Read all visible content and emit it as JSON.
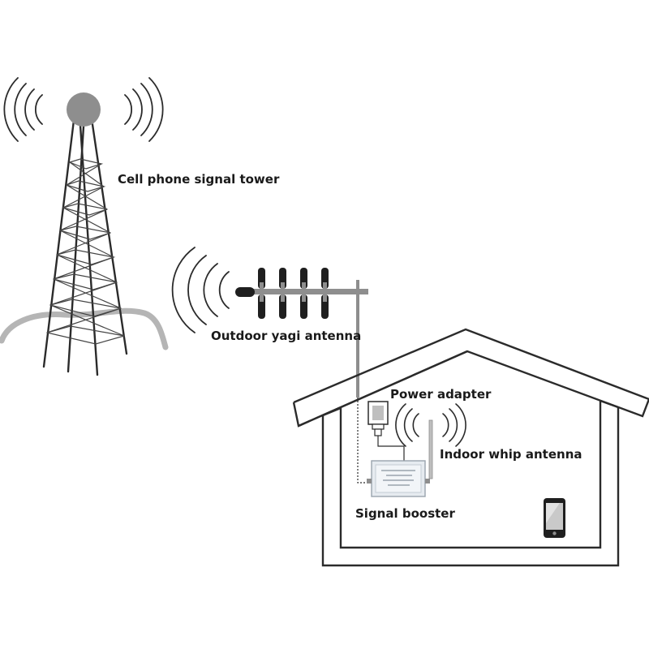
{
  "labels": {
    "tower": "Cell phone signal tower",
    "yagi": "Outdoor yagi antenna",
    "power_adapter": "Power adapter",
    "whip": "Indoor whip antenna",
    "booster": "Signal booster"
  },
  "colors": {
    "line": "#2b2b2b",
    "gray": "#8e8e8e",
    "light_gray": "#cfd5dc",
    "ground": "#b5b5b5",
    "booster_fill": "#e6ebf0",
    "screen": "#c9c9c9"
  },
  "icons": [
    "tower-dish-icon",
    "signal-wave-icon",
    "yagi-antenna-icon",
    "power-adapter-icon",
    "signal-booster-icon",
    "whip-antenna-icon",
    "smartphone-icon",
    "house-icon"
  ]
}
